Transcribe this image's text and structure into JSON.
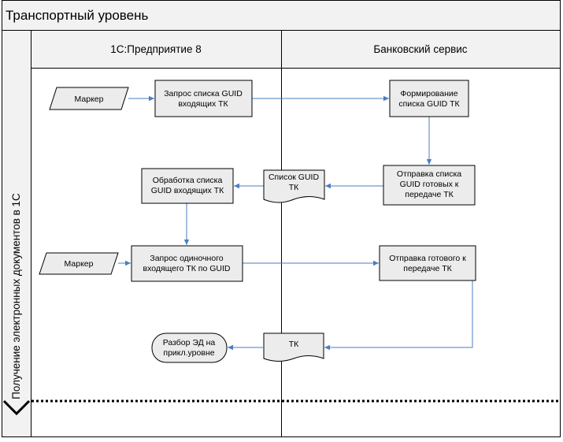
{
  "diagram": {
    "title": "Транспортный уровень",
    "vertical_lane": "Получение электронных документов в 1С",
    "lanes": [
      "1С:Предприятие 8",
      "Банковский сервис"
    ],
    "marker1": "Маркер",
    "marker2": "Маркер",
    "request_list": [
      "Запрос списка GUID",
      "входящих ТК"
    ],
    "form_list": [
      "Формирование",
      "списка GUID ТК"
    ],
    "send_list": [
      "Отправка списка",
      "GUID готовых к",
      "передаче ТК"
    ],
    "guid_list_doc": [
      "Список GUID",
      "ТК"
    ],
    "process_list": [
      "Обработка списка",
      "GUID входящих ТК"
    ],
    "request_single": [
      "Запрос одиночного",
      "входящего ТК по GUID"
    ],
    "send_ready": [
      "Отправка готового к",
      "передаче ТК"
    ],
    "tk_doc": "ТК",
    "parse_ed": [
      "Разбор ЭД на",
      "прикл.уровне"
    ]
  },
  "colors": {
    "box_fill": "#ececec",
    "header_fill": "#f2f2f2",
    "arrow": "#4a7ec2",
    "border": "#000000"
  }
}
